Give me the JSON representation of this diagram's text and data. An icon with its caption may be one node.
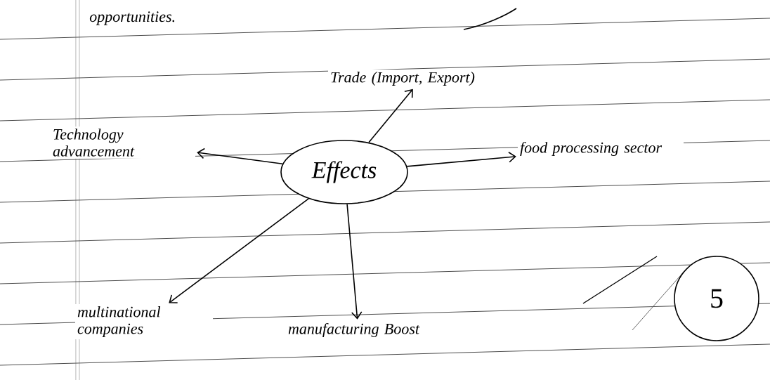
{
  "diagram": {
    "nodes": [
      {
        "text": [
          "Trade (Import, Export)"
        ]
      },
      {
        "text": [
          "Technology advancement"
        ]
      },
      {
        "text": [
          "Effects"
        ]
      },
      {
        "text": [
          "food processing sector"
        ]
      },
      {
        "text": [
          "multinational companies"
        ]
      },
      {
        "text": [
          "manufacturing Boost"
        ]
      },
      {
        "text": [
          "5"
        ]
      }
    ],
    "edges": [
      {
        "from": 2,
        "to": 0,
        "arrow": "to"
      },
      {
        "from": 2,
        "to": 1,
        "arrow": "to"
      },
      {
        "from": 2,
        "to": 3,
        "arrow": "to"
      },
      {
        "from": 2,
        "to": 4,
        "arrow": "to"
      },
      {
        "from": 2,
        "to": 5,
        "arrow": "to"
      }
    ],
    "labels": [
      "opportunities."
    ]
  }
}
